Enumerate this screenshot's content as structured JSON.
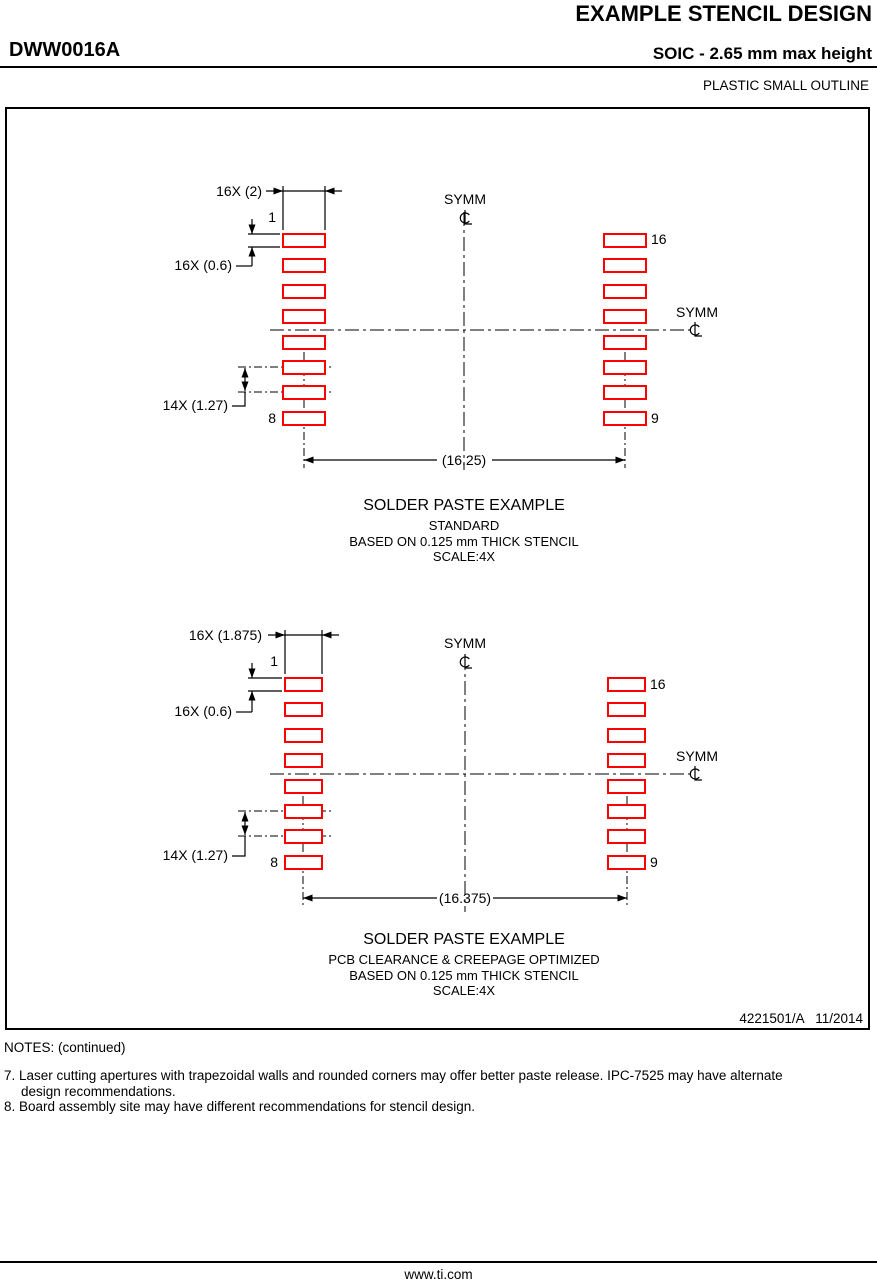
{
  "header": {
    "doc_title": "EXAMPLE STENCIL DESIGN",
    "part_number": "DWW0016A",
    "package_title": "SOIC - 2.65 mm max height",
    "package_family": "PLASTIC SMALL OUTLINE"
  },
  "diagrams": [
    {
      "name": "standard",
      "pads_per_side": 8,
      "labels": {
        "pad_width_dim": "16X (2)",
        "pad_height_dim": "16X (0.6)",
        "pitch_dim": "14X (1.27)",
        "span_dim": "(16.25)",
        "pin_first_left": "1",
        "pin_last_left": "8",
        "pin_first_right": "16",
        "pin_last_right": "9",
        "symm_top": "SYMM",
        "symm_right": "SYMM"
      },
      "caption": [
        "SOLDER PASTE EXAMPLE",
        "STANDARD",
        "BASED ON 0.125 mm THICK STENCIL",
        "SCALE:4X"
      ]
    },
    {
      "name": "pcb-clearance-creepage-optimized",
      "pads_per_side": 8,
      "labels": {
        "pad_width_dim": "16X (1.875)",
        "pad_height_dim": "16X (0.6)",
        "pitch_dim": "14X (1.27)",
        "span_dim": "(16.375)",
        "pin_first_left": "1",
        "pin_last_left": "8",
        "pin_first_right": "16",
        "pin_last_right": "9",
        "symm_top": "SYMM",
        "symm_right": "SYMM"
      },
      "caption": [
        "SOLDER PASTE EXAMPLE",
        "PCB CLEARANCE & CREEPAGE OPTIMIZED",
        "BASED ON 0.125 mm THICK STENCIL",
        "SCALE:4X"
      ]
    }
  ],
  "title_block": {
    "drawing_number": "4221501/A   11/2014"
  },
  "notes": {
    "heading": "NOTES: (continued)",
    "note7": "7. Laser cutting apertures with trapezoidal walls and rounded corners may offer better paste release. IPC-7525 may have alternate design recommendations.",
    "note8": "8. Board assembly site may have different recommendations for stencil design."
  },
  "footer": {
    "website": "www.ti.com"
  },
  "colors": {
    "pad_outline": "#ff0000",
    "line": "#000000"
  }
}
